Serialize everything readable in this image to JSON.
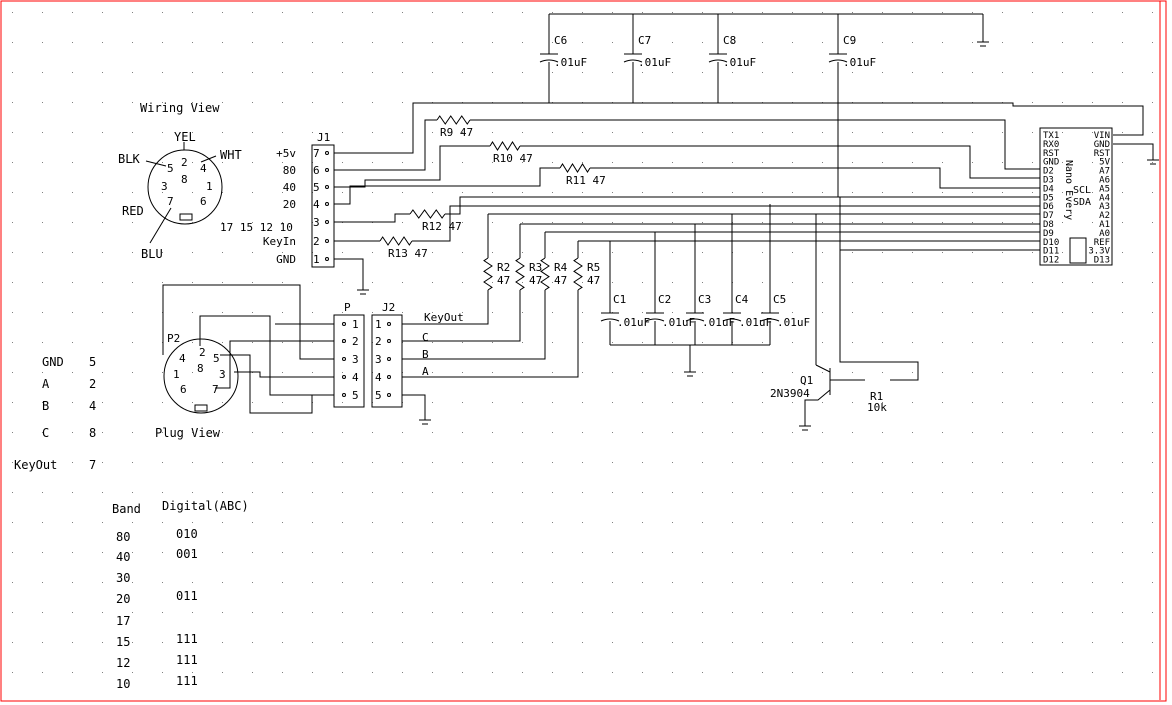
{
  "window": {
    "border_color": "#ff0000",
    "dot_color": "#808080"
  },
  "wiring_view": {
    "title": "Wiring View",
    "labels": {
      "yel": "YEL",
      "blk": "BLK",
      "wht": "WHT",
      "red": "RED",
      "blu": "BLU"
    },
    "pins": [
      "2",
      "5",
      "4",
      "3",
      "8",
      "1",
      "7",
      "6"
    ]
  },
  "plug_view": {
    "title": "Plug View",
    "pins": [
      "2",
      "4",
      "5",
      "1",
      "8",
      "3",
      "6",
      "7"
    ]
  },
  "j1": {
    "ref": "J1",
    "pins": [
      "7",
      "6",
      "5",
      "4",
      "3",
      "2",
      "1"
    ],
    "labels": [
      "+5v",
      "80",
      "40",
      "20",
      "",
      "KeyIn",
      "GND"
    ],
    "bands": "17 15 12 10"
  },
  "resistors": {
    "r9": "R9 47",
    "r10": "R10 47",
    "r11": "R11 47",
    "r12": "R12 47",
    "r13": "R13 47",
    "r2": "R2",
    "r3": "R3",
    "r4": "R4",
    "r5": "R5",
    "v47": "47",
    "r1": "R1",
    "r1v": "10k"
  },
  "capacitors": {
    "top": [
      "C6",
      "C7",
      "C8",
      "C9"
    ],
    "bottom": [
      "C1",
      "C2",
      "C3",
      "C4",
      "C5"
    ],
    "value": ".01uF"
  },
  "transistor": {
    "ref": "Q1",
    "part": "2N3904"
  },
  "connector_p": {
    "ref": "P",
    "pins": [
      "1",
      "2",
      "3",
      "4",
      "5"
    ]
  },
  "connector_j2": {
    "ref": "J2",
    "pins": [
      "1",
      "2",
      "3",
      "4",
      "5"
    ],
    "signals": [
      "KeyOut",
      "C",
      "B",
      "A"
    ]
  },
  "arduino": {
    "name": "Nano Every",
    "left_pins": [
      "TX1",
      "RX0",
      "RST",
      "GND",
      "D2",
      "D3",
      "D4",
      "D5",
      "D6",
      "D7",
      "D8",
      "D9",
      "D10",
      "D11",
      "D12"
    ],
    "right_pins": [
      "VIN",
      "GND",
      "RST",
      "5V",
      "A7",
      "A6",
      "A5",
      "A4",
      "A3",
      "A2",
      "A1",
      "A0",
      "REF",
      "3.3V",
      "D13"
    ],
    "scl": "SCL",
    "sda": "SDA"
  },
  "pin_map": [
    {
      "signal": "GND",
      "pin": "5"
    },
    {
      "signal": "A",
      "pin": "2"
    },
    {
      "signal": "B",
      "pin": "4"
    },
    {
      "signal": "C",
      "pin": "8"
    },
    {
      "signal": "KeyOut",
      "pin": "7"
    }
  ],
  "band_table": {
    "header_band": "Band",
    "header_digital": "Digital(ABC)",
    "rows": [
      {
        "band": "80",
        "code": "010"
      },
      {
        "band": "40",
        "code": "001"
      },
      {
        "band": "30",
        "code": ""
      },
      {
        "band": "20",
        "code": "011"
      },
      {
        "band": "17",
        "code": ""
      },
      {
        "band": "15",
        "code": "111"
      },
      {
        "band": "12",
        "code": "111"
      },
      {
        "band": "10",
        "code": "111"
      }
    ]
  }
}
